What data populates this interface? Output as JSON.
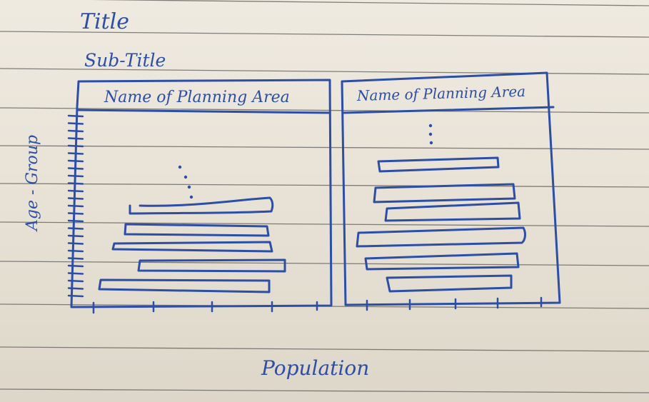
{
  "sketch": {
    "title": "Title",
    "subtitle": "Sub-Title",
    "y_axis_label": "Age - Group",
    "x_axis_label": "Population",
    "ink_color": "#2c4ea6",
    "line_color": "#5b5a57",
    "panels": [
      {
        "header": "Name of Planning Area",
        "continuation": "⋮"
      },
      {
        "header": "Name of Planning Area",
        "continuation": "⋮"
      }
    ]
  }
}
